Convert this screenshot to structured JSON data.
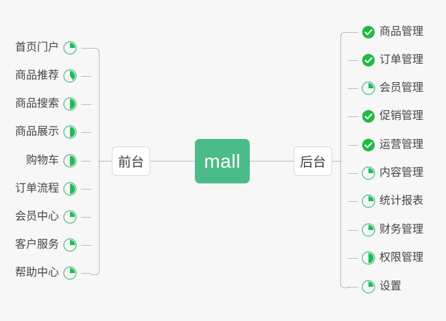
{
  "diagram": {
    "title": "mall",
    "root": {
      "label": "mall"
    },
    "branches": {
      "left": {
        "label": "前台"
      },
      "right": {
        "label": "后台"
      }
    },
    "colors": {
      "root_fill": "#4cbb8a",
      "root_text": "#ffffff",
      "branch_fill": "#ffffff",
      "branch_border": "#d8d8d8",
      "line": "#b9b9b9",
      "background": "#f7f7f7",
      "pie_stroke": "#5bc48f",
      "pie_fill": "#21ba58",
      "check_fill": "#21ba45",
      "label_text": "#444444"
    },
    "left_items": [
      {
        "label": "首页门户",
        "icon": "pie-progress-icon",
        "progress": 25,
        "status": "in-progress"
      },
      {
        "label": "商品推荐",
        "icon": "pie-progress-icon",
        "progress": 40,
        "status": "in-progress"
      },
      {
        "label": "商品搜索",
        "icon": "pie-progress-icon",
        "progress": 50,
        "status": "in-progress"
      },
      {
        "label": "商品展示",
        "icon": "pie-progress-icon",
        "progress": 50,
        "status": "in-progress"
      },
      {
        "label": "购物车",
        "icon": "pie-progress-icon",
        "progress": 50,
        "status": "in-progress"
      },
      {
        "label": "订单流程",
        "icon": "pie-progress-icon",
        "progress": 50,
        "status": "in-progress"
      },
      {
        "label": "会员中心",
        "icon": "pie-progress-icon",
        "progress": 25,
        "status": "in-progress"
      },
      {
        "label": "客户服务",
        "icon": "pie-progress-icon",
        "progress": 25,
        "status": "in-progress"
      },
      {
        "label": "帮助中心",
        "icon": "pie-progress-icon",
        "progress": 25,
        "status": "in-progress"
      }
    ],
    "right_items": [
      {
        "label": "商品管理",
        "icon": "check-circle-icon",
        "progress": 100,
        "status": "done"
      },
      {
        "label": "订单管理",
        "icon": "check-circle-icon",
        "progress": 100,
        "status": "done"
      },
      {
        "label": "会员管理",
        "icon": "pie-progress-icon",
        "progress": 25,
        "status": "in-progress"
      },
      {
        "label": "促销管理",
        "icon": "check-circle-icon",
        "progress": 100,
        "status": "done"
      },
      {
        "label": "运营管理",
        "icon": "check-circle-icon",
        "progress": 100,
        "status": "done"
      },
      {
        "label": "内容管理",
        "icon": "pie-progress-icon",
        "progress": 25,
        "status": "in-progress"
      },
      {
        "label": "统计报表",
        "icon": "pie-progress-icon",
        "progress": 25,
        "status": "in-progress"
      },
      {
        "label": "财务管理",
        "icon": "pie-progress-icon",
        "progress": 25,
        "status": "in-progress"
      },
      {
        "label": "权限管理",
        "icon": "pie-progress-icon",
        "progress": 50,
        "status": "in-progress"
      },
      {
        "label": "设置",
        "icon": "pie-progress-icon",
        "progress": 25,
        "status": "in-progress"
      }
    ]
  }
}
